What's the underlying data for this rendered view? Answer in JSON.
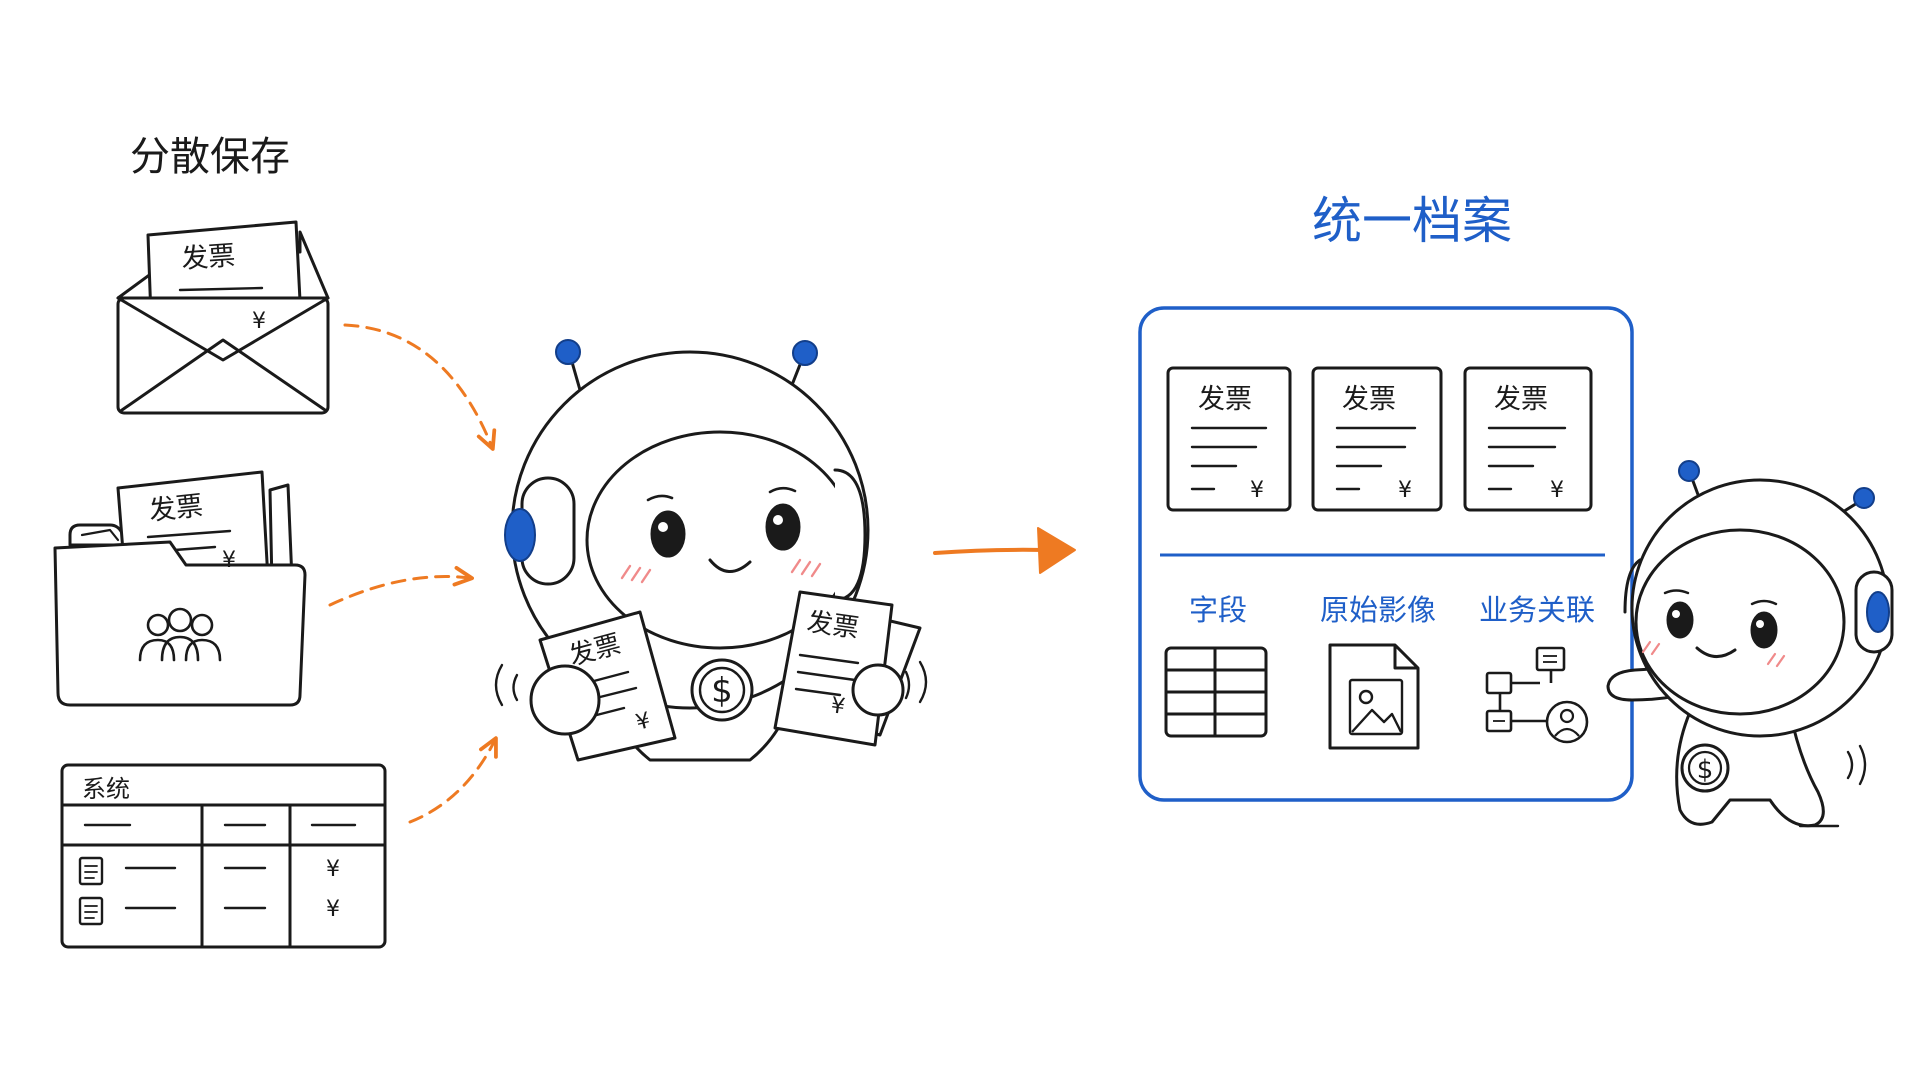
{
  "left_section": {
    "title": "分散保存",
    "envelope": {
      "invoice_label": "发票",
      "currency": "¥"
    },
    "folder": {
      "invoice_label": "发票",
      "currency": "¥"
    },
    "system": {
      "title": "系统",
      "rows": [
        {
          "currency": "¥"
        },
        {
          "currency": "¥"
        }
      ]
    }
  },
  "center_robot": {
    "left_invoice": {
      "label": "发票",
      "currency": "¥"
    },
    "right_invoice": {
      "label": "发票",
      "currency": "¥"
    },
    "badge": "$"
  },
  "right_section": {
    "title": "统一档案",
    "invoices": [
      {
        "label": "发票",
        "currency": "¥"
      },
      {
        "label": "发票",
        "currency": "¥"
      },
      {
        "label": "发票",
        "currency": "¥"
      }
    ],
    "features": [
      {
        "label": "字段",
        "icon": "table-icon"
      },
      {
        "label": "原始影像",
        "icon": "image-icon"
      },
      {
        "label": "业务关联",
        "icon": "relation-icon"
      }
    ]
  },
  "side_robot": {
    "badge": "$"
  },
  "colors": {
    "ink": "#1a1a1a",
    "blue": "#1f5fc8",
    "orange": "#ee7a22",
    "blush": "#f08a8a"
  }
}
